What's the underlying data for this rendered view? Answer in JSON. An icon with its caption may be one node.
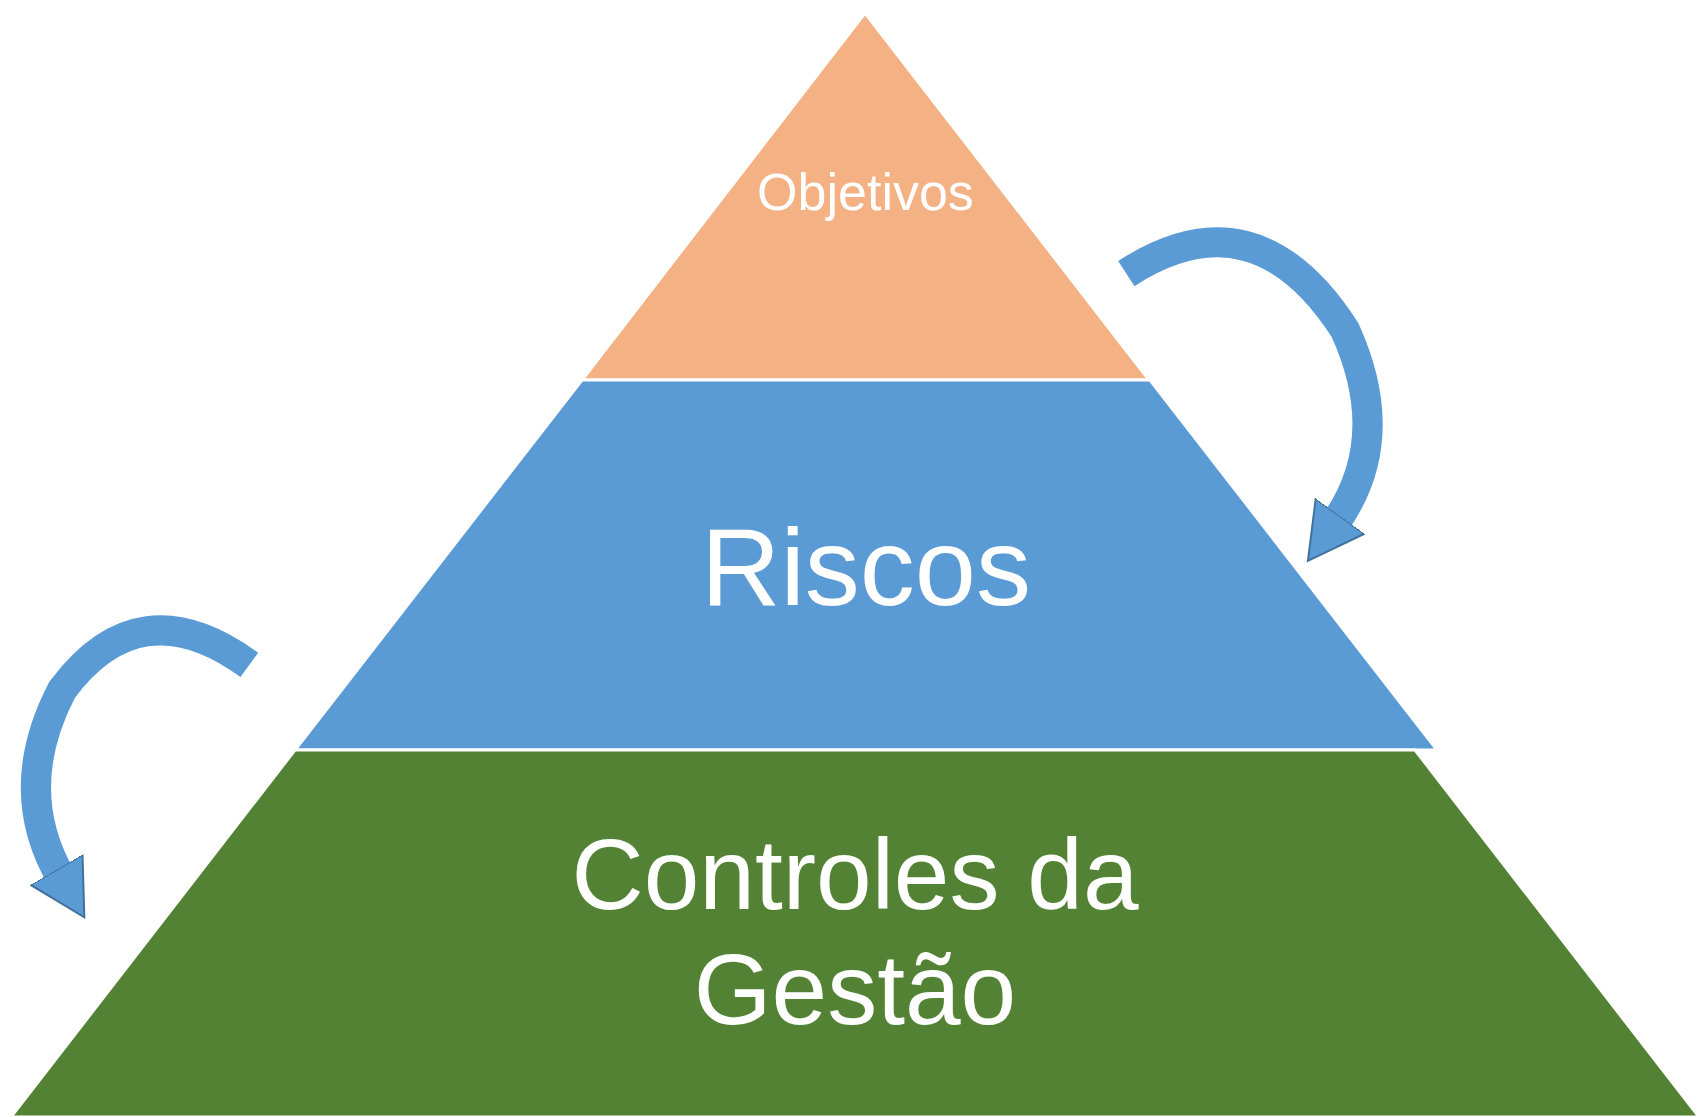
{
  "diagram": {
    "nodes": [
      {
        "text": [
          "Objetivos"
        ]
      },
      {
        "text": [
          "Riscos"
        ]
      },
      {
        "text": [
          "Controles da Gestão"
        ]
      }
    ],
    "edges": [
      {
        "from": 0,
        "to": 1,
        "arrow": "to"
      },
      {
        "from": 1,
        "to": 2,
        "arrow": "to"
      }
    ]
  }
}
